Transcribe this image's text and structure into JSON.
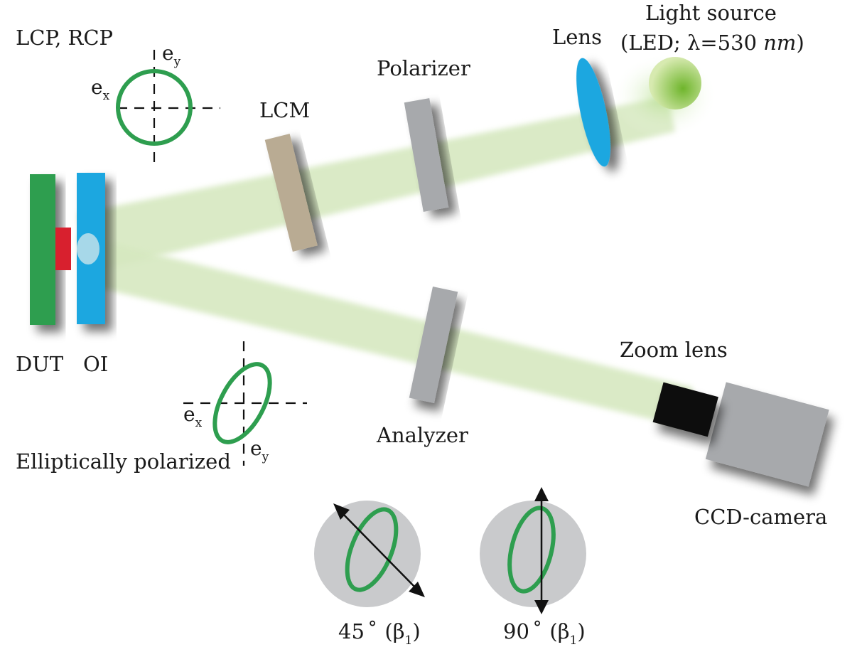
{
  "labels": {
    "lcp_rcp": "LCP, RCP",
    "lens": "Lens",
    "light_source": "Light source",
    "light_source_detail": {
      "prefix": "(LED; ",
      "lambda": "λ",
      "eq": "=530 ",
      "unit": "nm",
      "suffix": ")"
    },
    "polarizer": "Polarizer",
    "lcm": "LCM",
    "dut": "DUT",
    "oi": "OI",
    "zoom_lens": "Zoom lens",
    "analyzer": "Analyzer",
    "ccd_camera": "CCD-camera",
    "elliptically_polarized": "Elliptically polarized"
  },
  "axes": {
    "circle": {
      "x": "e",
      "x_sub": "x",
      "y": "e",
      "y_sub": "y"
    },
    "ellipse": {
      "x": "e",
      "x_sub": "x",
      "y": "e",
      "y_sub": "y"
    }
  },
  "insets": [
    {
      "value": "45",
      "deg": "˚",
      "beta": "(β",
      "beta_sub": "1",
      "close": ")"
    },
    {
      "value": "90",
      "deg": "˚",
      "beta": "(β",
      "beta_sub": "1",
      "close": ")"
    }
  ],
  "colors": {
    "beam": "#d6e8c0",
    "dut": "#2e9e4f",
    "oi": "#1fa7e0",
    "sample_red": "#d8202e",
    "lcm": "#b9ab93",
    "polarizer": "#a7a9ac",
    "lens": "#1fa7e0",
    "led": "#8dc63f",
    "polarization_ring": "#2e9e4f",
    "camera": "#a7a9ac",
    "zoom_lens": "#111111",
    "inset_disc": "#c9cacc"
  }
}
